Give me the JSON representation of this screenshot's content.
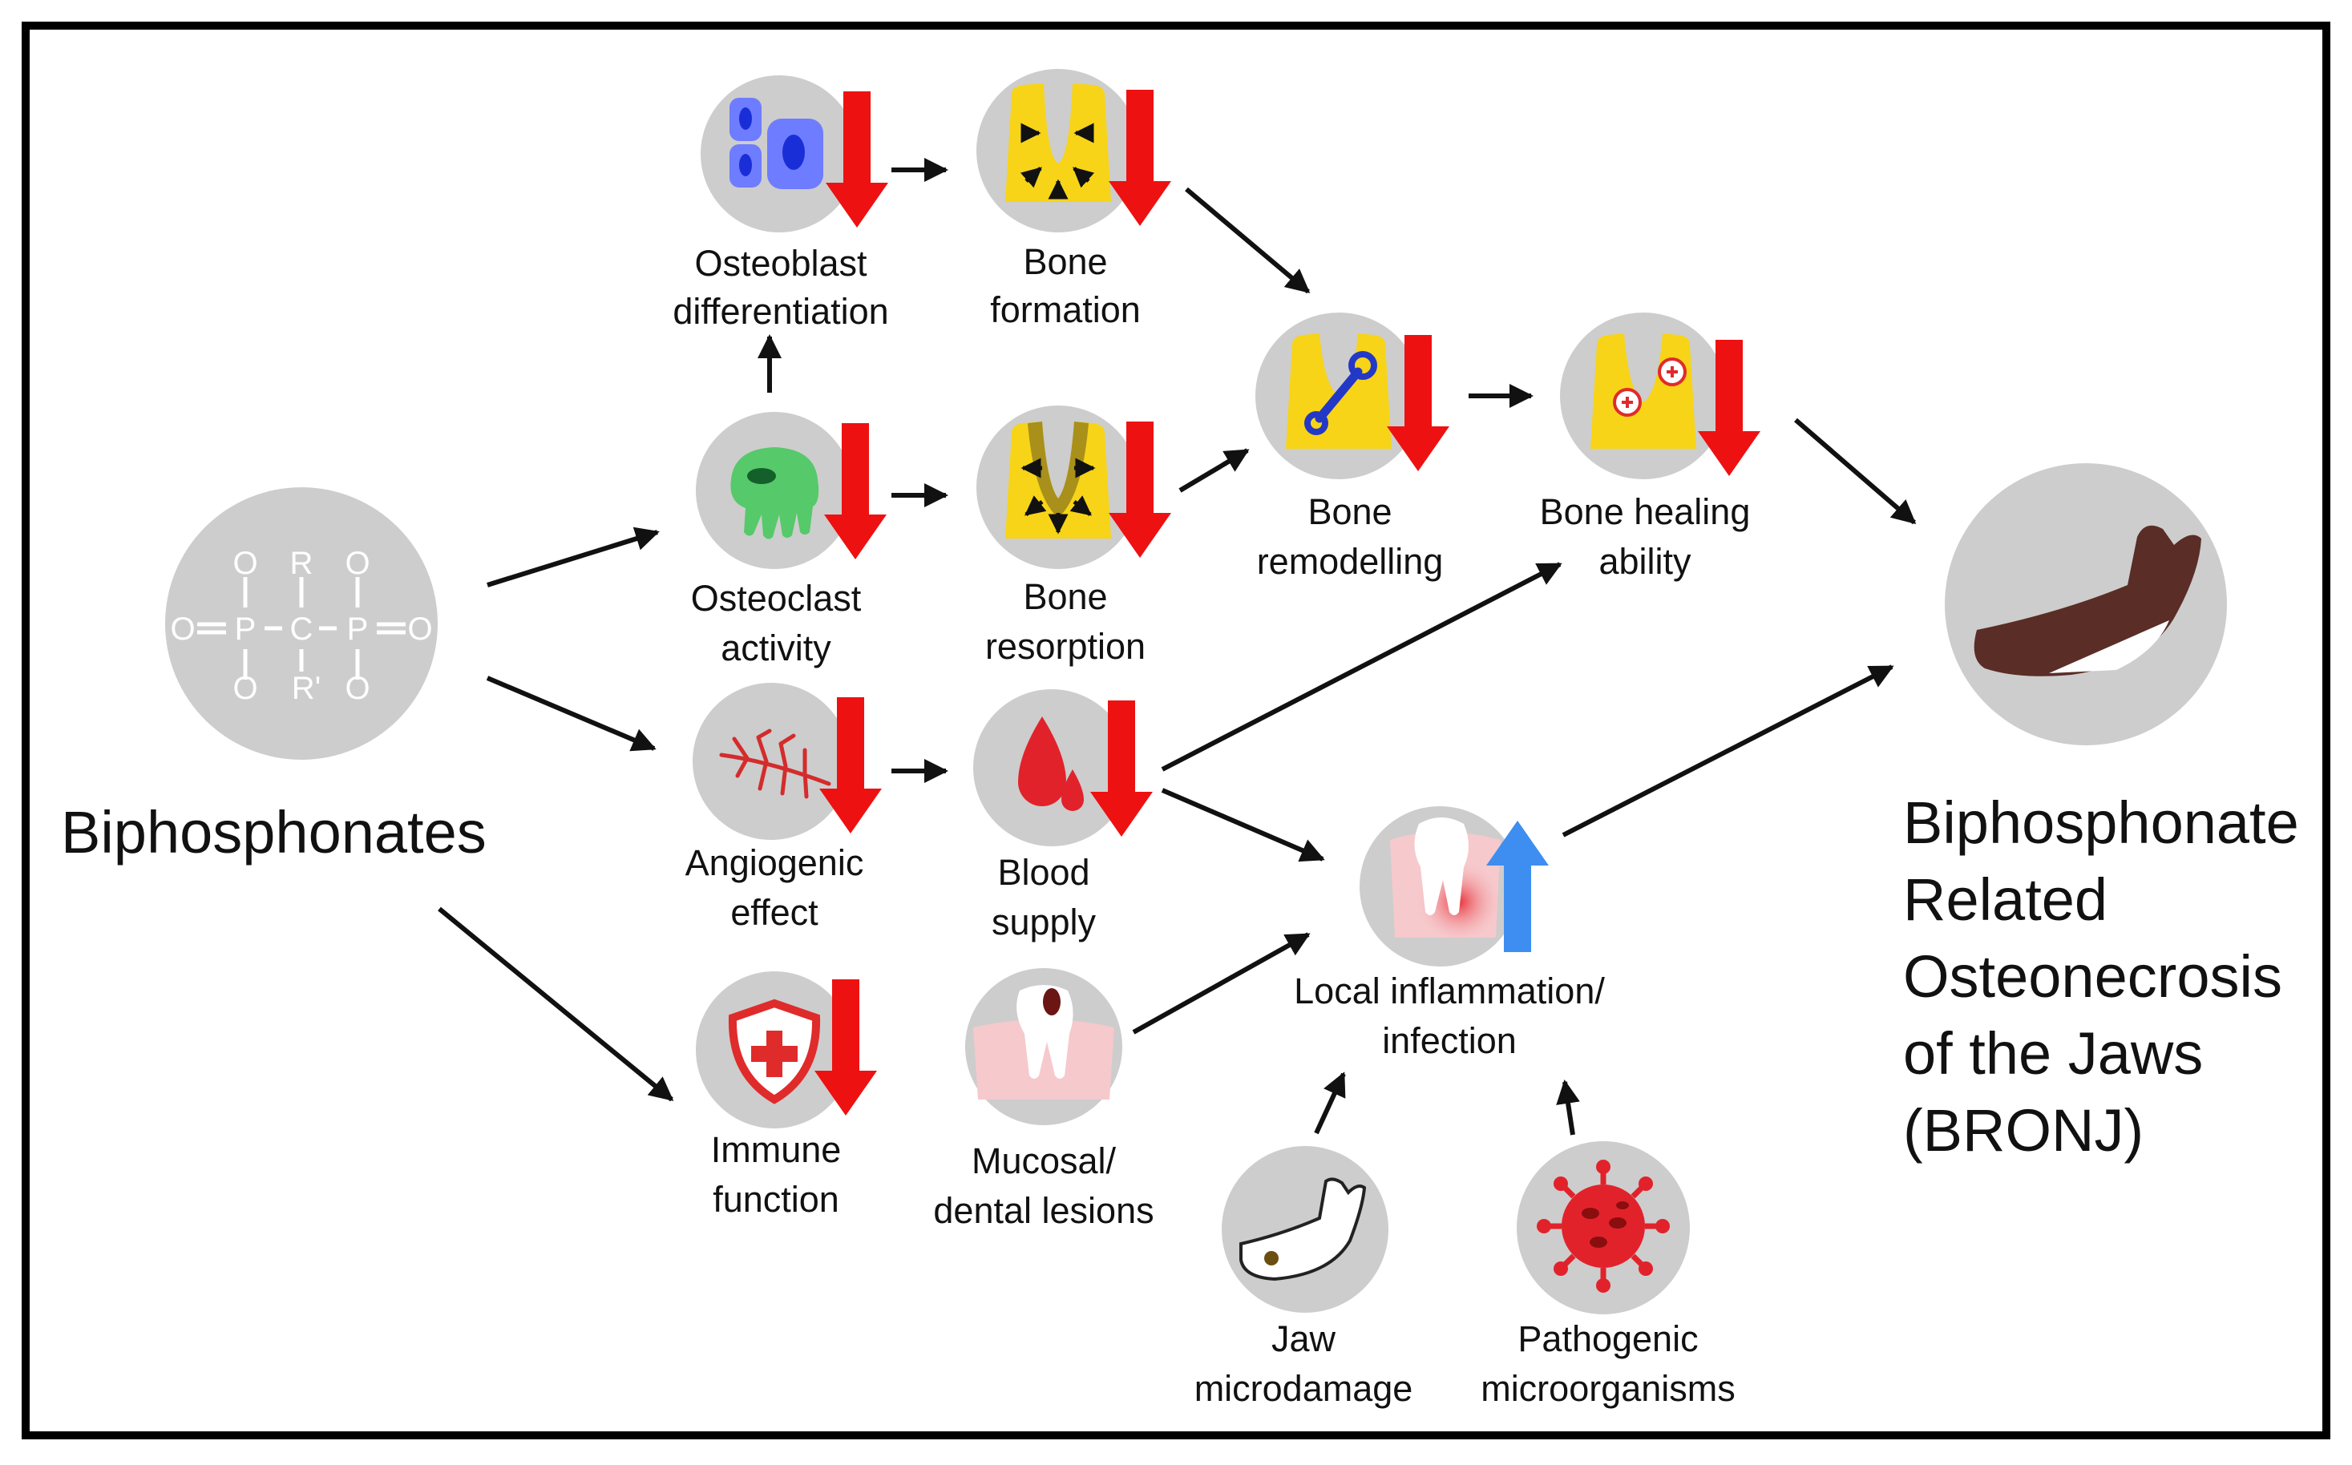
{
  "source": {
    "title": "Biphosphonates",
    "formula": {
      "r_top": "R",
      "r_bottom": "R'",
      "oxygen": "O",
      "phosphorus": "P",
      "carbon": "C"
    }
  },
  "nodes": {
    "osteoblast": {
      "line1": "Osteoblast",
      "line2": "differentiation",
      "change": "decrease"
    },
    "bone_formation": {
      "line1": "Bone",
      "line2": "formation",
      "change": "decrease"
    },
    "osteoclast": {
      "line1": "Osteoclast",
      "line2": "activity",
      "change": "decrease"
    },
    "bone_resorption": {
      "line1": "Bone",
      "line2": "resorption",
      "change": "decrease"
    },
    "angiogenic": {
      "line1": "Angiogenic",
      "line2": "effect",
      "change": "decrease"
    },
    "blood_supply": {
      "line1": "Blood",
      "line2": "supply",
      "change": "decrease"
    },
    "immune": {
      "line1": "Immune",
      "line2": "function",
      "change": "decrease"
    },
    "mucosal": {
      "line1": "Mucosal/",
      "line2": "dental lesions"
    },
    "remodelling": {
      "line1": "Bone",
      "line2": "remodelling",
      "change": "decrease"
    },
    "healing": {
      "line1": "Bone healing",
      "line2": "ability",
      "change": "decrease"
    },
    "inflammation": {
      "line1": "Local inflammation/",
      "line2": "infection",
      "change": "increase"
    },
    "jaw_microdamage": {
      "line1": "Jaw",
      "line2": "microdamage"
    },
    "pathogenic": {
      "line1": "Pathogenic",
      "line2": "microorganisms"
    }
  },
  "outcome": {
    "lines": [
      "Biphosphonate",
      "Related",
      "Osteonecrosis",
      "of the Jaws",
      "(BRONJ)"
    ]
  },
  "colors": {
    "decrease_arrow": "#ee1111",
    "increase_arrow": "#3d8ef0",
    "circle": "#cdcdcd",
    "bone": "#f7d417",
    "osteoblast_cell": "#6e7cff",
    "osteoclast_cell": "#56c96a",
    "blood": "#e2222b",
    "jaw_dark": "#5a2d26"
  }
}
